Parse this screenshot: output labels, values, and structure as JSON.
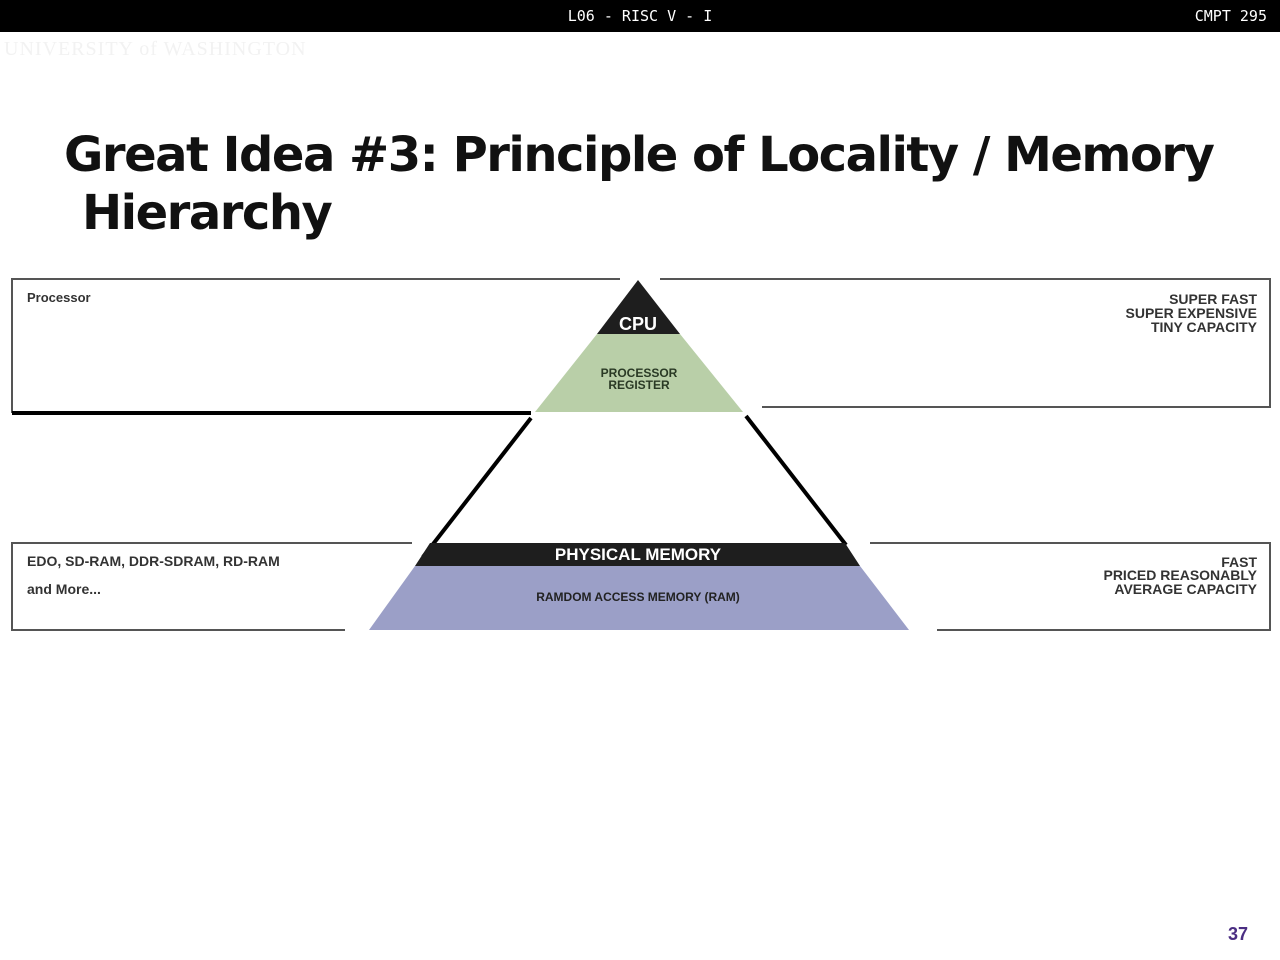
{
  "header": {
    "lecture": "L06 - RISC V - I",
    "course": "CMPT 295"
  },
  "logo": "UNIVERSITY of WASHINGTON",
  "title": {
    "line1": "Great Idea #3: Principle of Locality / Memory",
    "line2": "Hierarchy"
  },
  "diagram": {
    "cpu": "CPU",
    "register_l1": "PROCESSOR",
    "register_l2": "REGISTER",
    "physical": "PHYSICAL MEMORY",
    "ram": "RAMDOM ACCESS MEMORY (RAM)",
    "left_top": "Processor",
    "right_top": [
      "SUPER FAST",
      "SUPER EXPENSIVE",
      "TINY CAPACITY"
    ],
    "left_bottom": [
      "EDO, SD-RAM, DDR-SDRAM, RD-RAM",
      "and More..."
    ],
    "right_bottom": [
      "FAST",
      "PRICED REASONABLY",
      "AVERAGE CAPACITY"
    ],
    "colors": {
      "register": "#b9cfa8",
      "ram": "#9b9fc7"
    }
  },
  "page_number": "37"
}
